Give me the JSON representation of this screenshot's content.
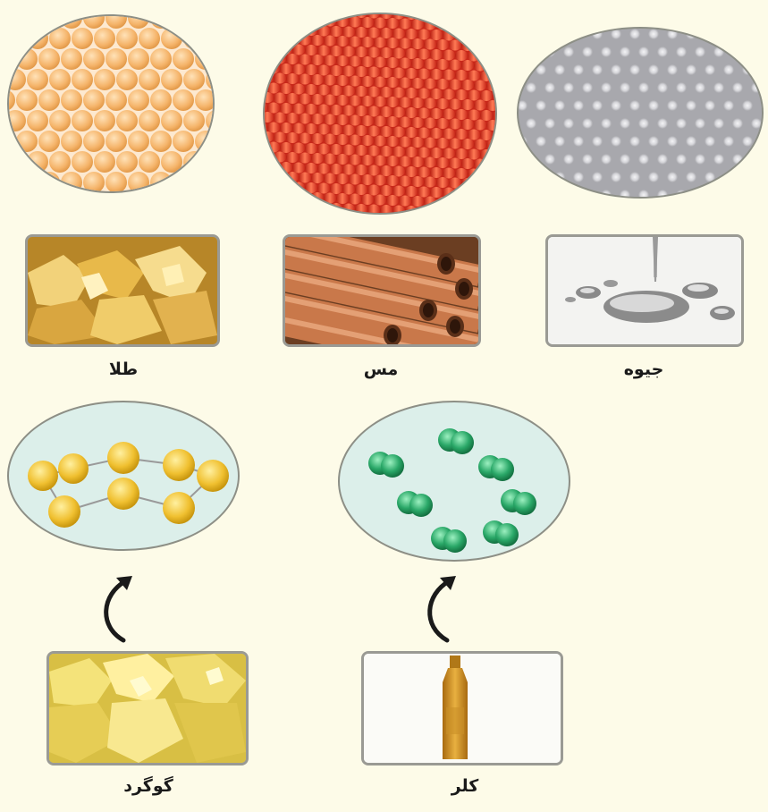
{
  "substances": {
    "gold": {
      "label": "طلا"
    },
    "copper": {
      "label": "مس"
    },
    "mercury": {
      "label": "جیوه"
    },
    "sulfur": {
      "label": "گوگرد"
    },
    "chlorine": {
      "label": "کلر"
    }
  },
  "colors": {
    "background": "#fdfbe8",
    "gold_atom": "#f5b46a",
    "copper_atom": "#e8452c",
    "mercury_bg": "#a8a8ad",
    "sulfur_atom": "#f0c030",
    "chlorine_atom": "#2aa868",
    "molecule_bg": "#dcefea"
  }
}
